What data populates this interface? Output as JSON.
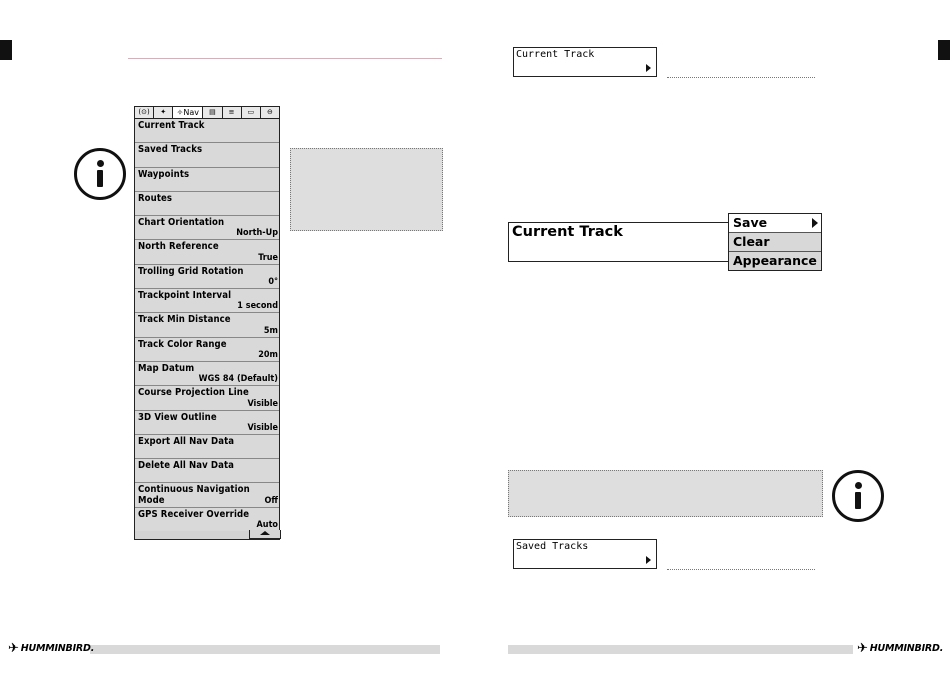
{
  "nav_menu": {
    "tabs": [
      "(⊙)",
      "✦",
      "✧Nav",
      "▤",
      "≡",
      "▭",
      "⊖"
    ],
    "items": [
      {
        "label": "Current Track",
        "value": ""
      },
      {
        "label": "Saved Tracks",
        "value": ""
      },
      {
        "label": "Waypoints",
        "value": ""
      },
      {
        "label": "Routes",
        "value": ""
      },
      {
        "label": "Chart Orientation",
        "value": "North-Up"
      },
      {
        "label": "North Reference",
        "value": "True"
      },
      {
        "label": "Trolling Grid Rotation",
        "value": "0°"
      },
      {
        "label": "Trackpoint Interval",
        "value": "1 second"
      },
      {
        "label": "Track Min Distance",
        "value": "5m"
      },
      {
        "label": "Track Color Range",
        "value": "20m"
      },
      {
        "label": "Map Datum",
        "value": "WGS 84 (Default)"
      },
      {
        "label": "Course Projection Line",
        "value": "Visible"
      },
      {
        "label": "3D View Outline",
        "value": "Visible"
      },
      {
        "label": "Export All Nav Data",
        "value": ""
      },
      {
        "label": "Delete All Nav Data",
        "value": ""
      },
      {
        "label": "Continuous Navigation Mode",
        "value": "Off"
      },
      {
        "label": "GPS Receiver Override",
        "value": "Auto"
      }
    ]
  },
  "current_track_small": {
    "label": "Current Track"
  },
  "current_track_large": {
    "label": "Current Track"
  },
  "submenu": [
    "Save",
    "Clear",
    "Appearance"
  ],
  "saved_tracks_small": {
    "label": "Saved Tracks"
  },
  "brand": {
    "logo_text": "HUMMINBIRD."
  },
  "icons": {
    "info": "info-icon",
    "bird": "hummingbird-icon"
  },
  "colors": {
    "rule": "#e7a7b5",
    "note_box": "#dedede",
    "footer": "#d9d9d9"
  }
}
